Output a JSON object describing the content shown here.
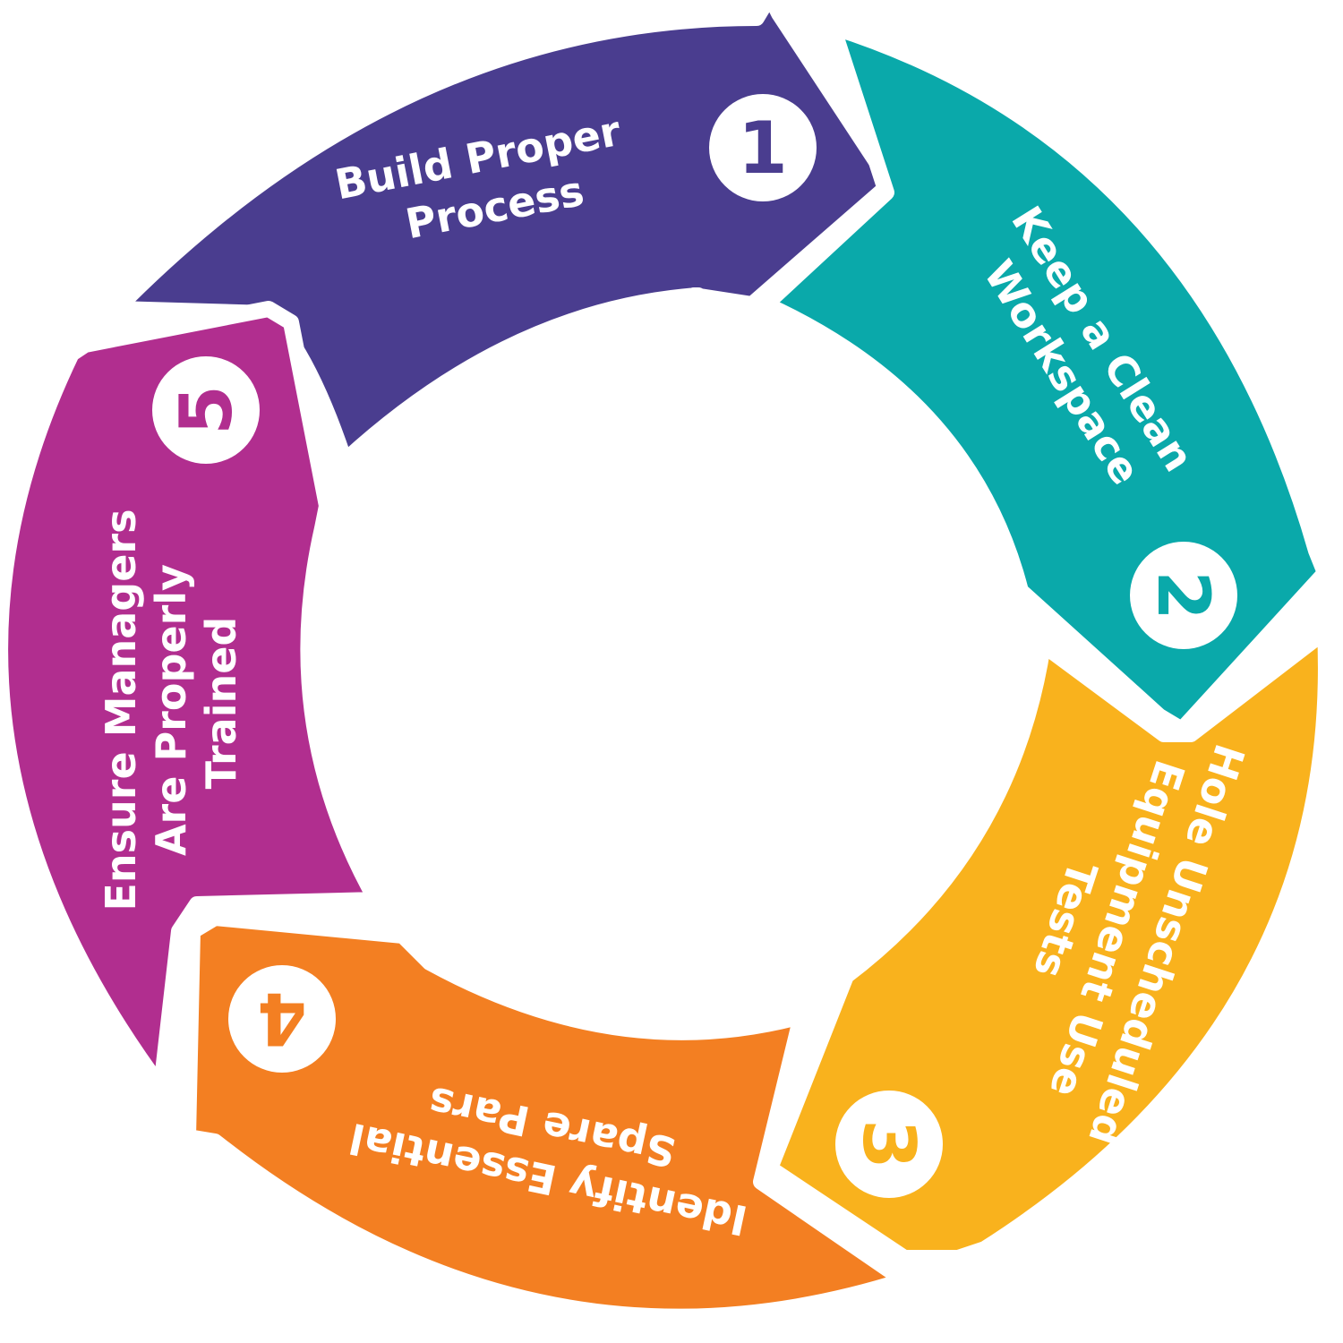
{
  "colors": {
    "background": "#ffffff",
    "badge_fill": "#ffffff"
  },
  "steps": [
    {
      "number": "1",
      "label_lines": [
        "Build Proper",
        "Process"
      ],
      "color": "#4a3d8f"
    },
    {
      "number": "2",
      "label_lines": [
        "Keep a Clean",
        "Workspace"
      ],
      "color": "#0aa9aa"
    },
    {
      "number": "3",
      "label_lines": [
        "Hole Unscheduled",
        "Equipment Use",
        "Tests"
      ],
      "color": "#f9b21d"
    },
    {
      "number": "4",
      "label_lines": [
        "Identify Essential",
        "Spare Pars"
      ],
      "color": "#f37f22"
    },
    {
      "number": "5",
      "label_lines": [
        "Ensure Managers",
        "Are Properly",
        "Trained"
      ],
      "color": "#b12e8f"
    }
  ]
}
